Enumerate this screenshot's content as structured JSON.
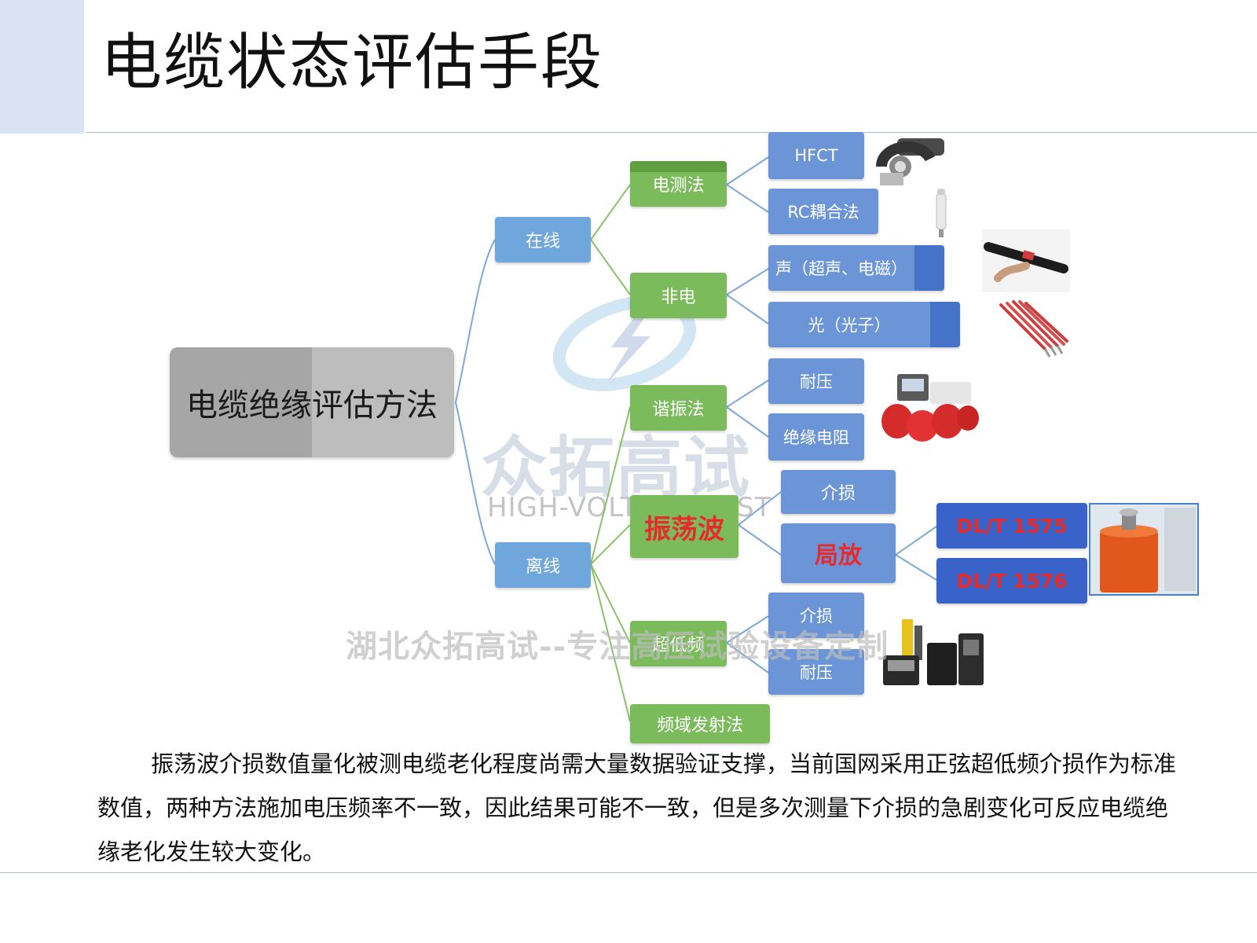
{
  "page": {
    "title": "电缆状态评估手段"
  },
  "tree": {
    "root": "电缆绝缘评估方法",
    "online": {
      "label": "在线",
      "electric": {
        "label": "电测法",
        "items": [
          "HFCT",
          "RC耦合法"
        ]
      },
      "non_electric": {
        "label": "非电",
        "items": [
          "声（超声、电磁）",
          "光（光子）"
        ]
      }
    },
    "offline": {
      "label": "离线",
      "resonance": {
        "label": "谐振法",
        "items": [
          "耐压",
          "绝缘电阻"
        ]
      },
      "oscillating": {
        "label": "振荡波",
        "items": [
          "介损",
          "局放"
        ],
        "standards": [
          "DL/T 1575",
          "DL/T 1576"
        ]
      },
      "vlf": {
        "label": "超低频",
        "items": [
          "介损",
          "耐压"
        ]
      },
      "freq_domain": {
        "label": "频域发射法"
      }
    }
  },
  "watermark": {
    "brand_cn": "众拓高试",
    "brand_en": "HIGH-VOLTAGE TEST",
    "slogan": "湖北众拓高试--专注高压试验设备定制"
  },
  "body_text": "振荡波介损数值量化被测电缆老化程度尚需大量数据验证支撑，当前国网采用正弦超低频介损作为标准数值，两种方法施加电压频率不一致，因此结果可能不一致，但是多次测量下介损的急剧变化可反应电缆绝缘老化发生较大变化。",
  "colors": {
    "box_blue": "#6b95d6",
    "box_light_blue": "#6fa6dc",
    "box_green": "#7cbb5c",
    "box_dark_blue": "#3a63c9",
    "highlight_red": "#e52b2b",
    "connector_green": "#8cc26a",
    "connector_blue": "#7fa8d8"
  }
}
